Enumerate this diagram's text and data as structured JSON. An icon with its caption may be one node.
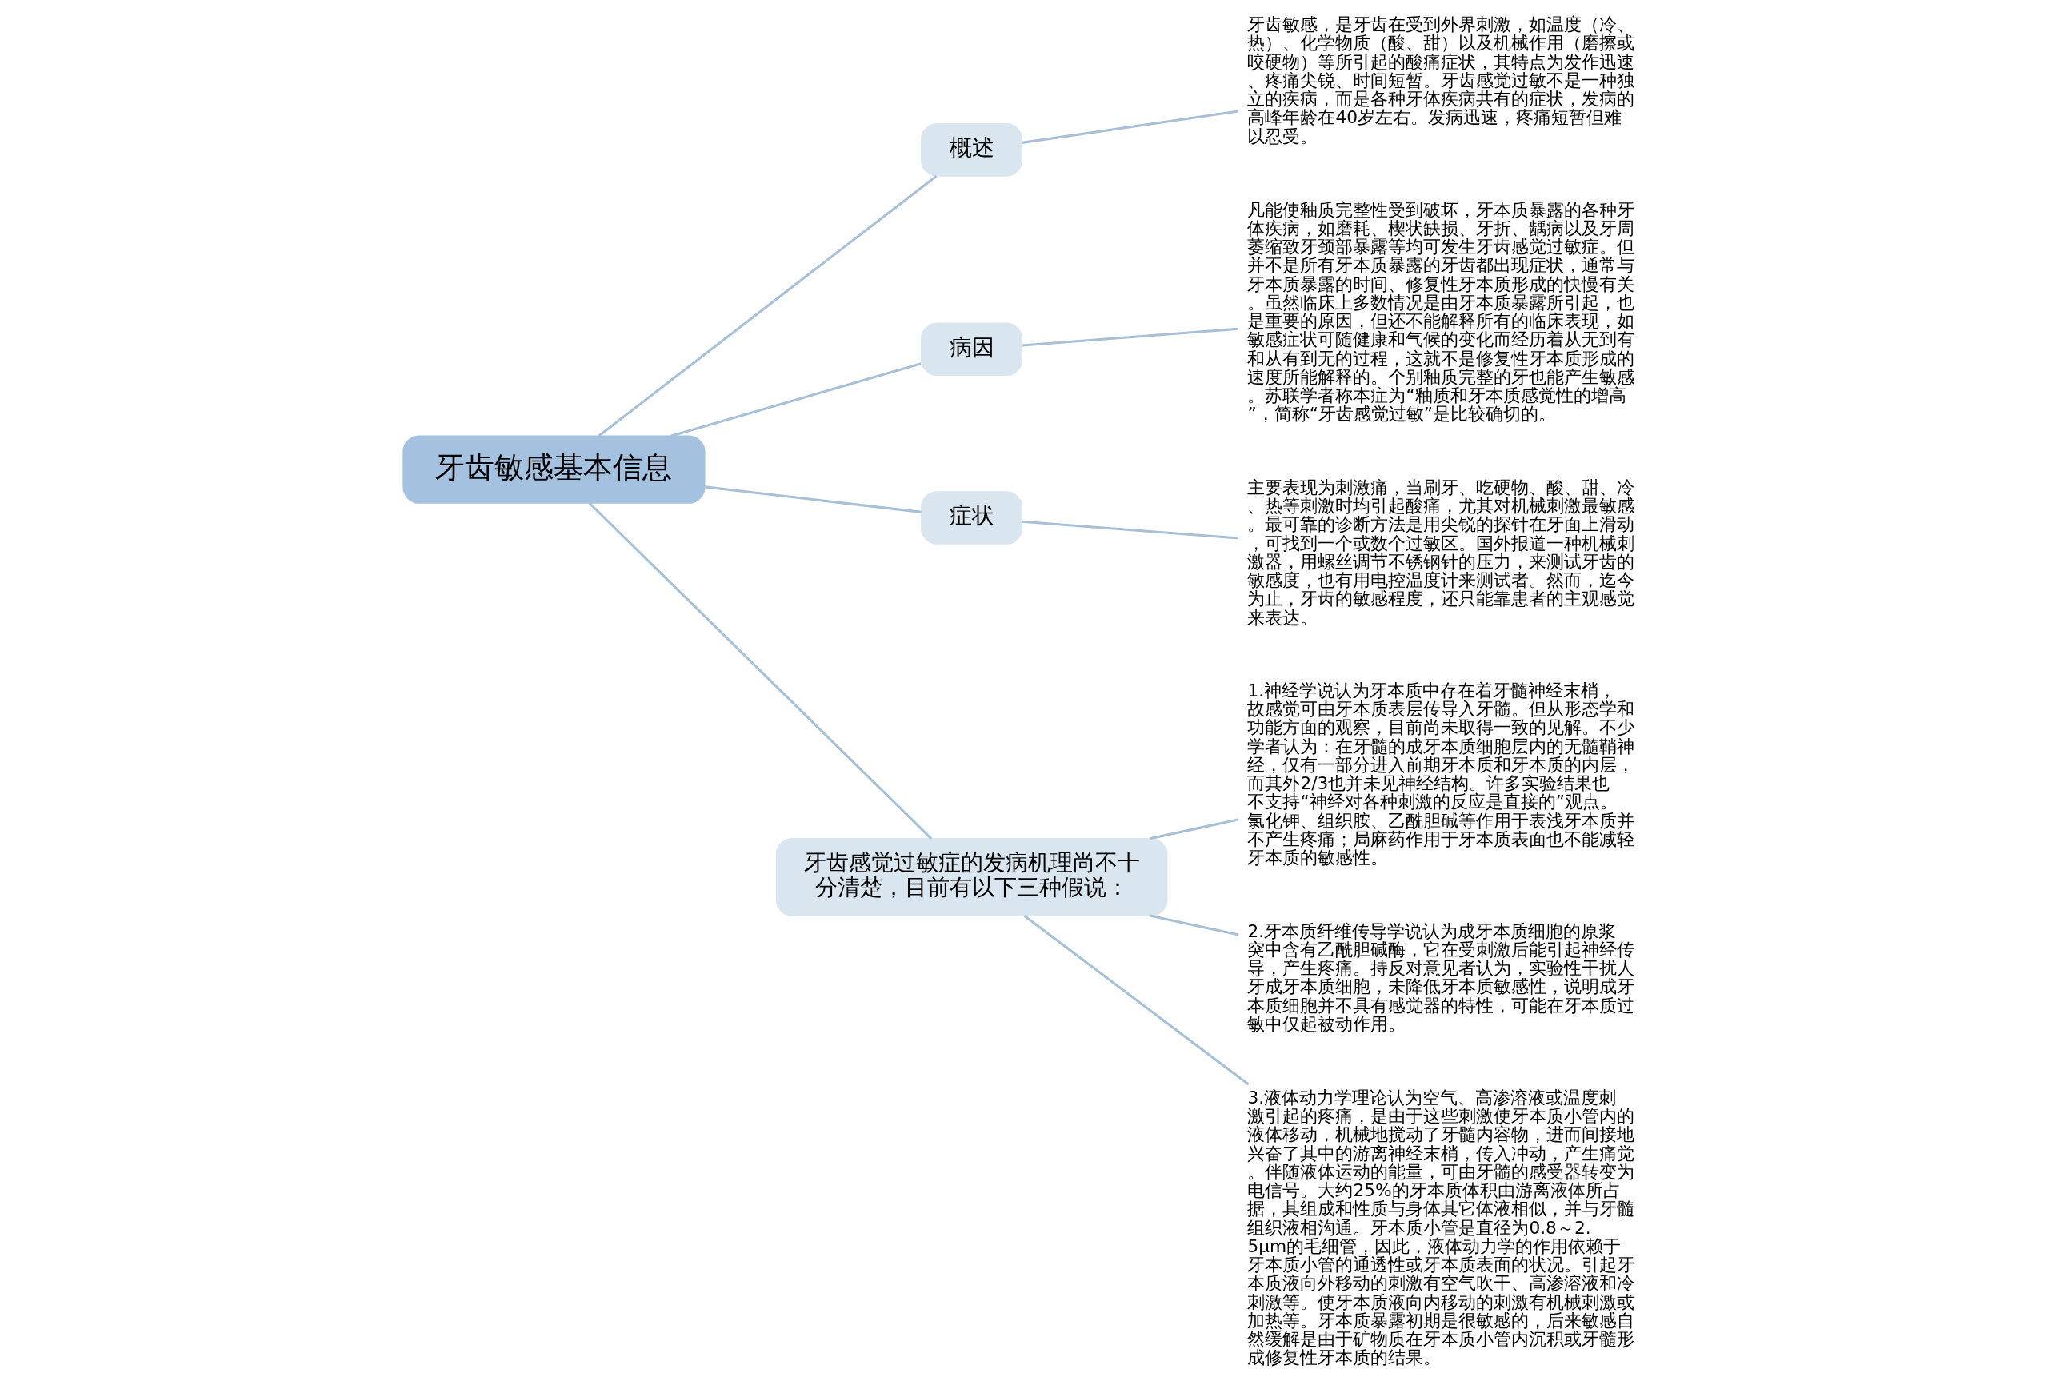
{
  "diagram": {
    "nodes": [
      {
        "text": [
          "牙齿敏感基本信息"
        ]
      },
      {
        "text": [
          "概述"
        ]
      },
      {
        "text": [
          "牙齿敏感，是牙齿在受到外界刺激，如温度（冷、热）、化学物质（酸、甜）以及机械作用（磨擦或咬硬物）等所引起的酸痛症状，其特点为发作迅速、疼痛尖锐、时间短暂。牙齿感觉过敏不是一种独立的疾病，而是各种牙体疾病共有的症状，发病的高峰年龄在40岁左右。发病迅速，疼痛短暂但难以忍受。"
        ]
      },
      {
        "text": [
          "病因"
        ]
      },
      {
        "text": [
          "凡能使釉质完整性受到破坏，牙本质暴露的各种牙体疾病，如磨耗、楔状缺损、牙折、龋病以及牙周萎缩致牙颈部暴露等均可发生牙齿感觉过敏症。但并不是所有牙本质暴露的牙齿都出现症状，通常与牙本质暴露的时间、修复性牙本质形成的快慢有关。虽然临床上多数情况是由牙本质暴露所引起，也是重要的原因，但还不能解释所有的临床表现，如敏感症状可随健康和气候的变化而经历着从无到有和从有到无的过程，这就不是修复性牙本质形成的速度所能解释的。个别釉质完整的牙也能产生敏感。苏联学者称本症为“釉质和牙本质感觉性的增高”，简称“牙齿感觉过敏”是比较确切的。"
        ]
      },
      {
        "text": [
          "症状"
        ]
      },
      {
        "text": [
          "主要表现为刺激痛，当刷牙、吃硬物、酸、甜、冷、热等刺激时均引起酸痛，尤其对机械刺激最敏感。最可靠的诊断方法是用尖锐的探针在牙面上滑动，可找到一个或数个过敏区。国外报道一种机械刺激器，用螺丝调节不锈钢针的压力，来测试牙齿的敏感度，也有用电控温度计来测试者。然而，迄今为止，牙齿的敏感程度，还只能靠患者的主观感觉来表达。"
        ]
      },
      {
        "text": [
          "牙齿感觉过敏症的发病机理尚不十分清楚，目前有以下三种假说："
        ]
      },
      {
        "text": [
          "1.神经学说认为牙本质中存在着牙髓神经末梢，故感觉可由牙本质表层传导入牙髓。但从形态学和功能方面的观察，目前尚未取得一致的见解。不少学者认为：在牙髓的成牙本质细胞层内的无髓鞘神经，仅有一部分进入前期牙本质和牙本质的内层，而其外2/3也并未见神经结构。许多实验结果也不支持“神经对各种刺激的反应是直接的”观点。氯化钾、组织胺、乙酰胆碱等作用于表浅牙本质并不产生疼痛；局麻药作用于牙本质表面也不能减轻牙本质的敏感性。"
        ]
      },
      {
        "text": [
          "2.牙本质纤维传导学说认为成牙本质细胞的原浆突中含有乙酰胆碱酶，它在受刺激后能引起神经传导，产生疼痛。持反对意见者认为，实验性干扰人牙成牙本质细胞，未降低牙本质敏感性，说明成牙本质细胞并不具有感觉器的特性，可能在牙本质过敏中仅起被动作用。"
        ]
      },
      {
        "text": [
          "3.液体动力学理论认为空气、高渗溶液或温度刺激引起的疼痛，是由于这些刺激使牙本质小管内的液体移动，机械地搅动了牙髓内容物，进而间接地兴奋了其中的游离神经末梢，传入冲动，产生痛觉。伴随液体运动的能量，可由牙髓的感受器转变为电信号。大约25%的牙本质体积由游离液体所占据，其组成和性质与身体其它体液相似，并与牙髓组织液相沟通。牙本质小管是直径为0.8～2.5μm的毛细管，因此，液体动力学的作用依赖于牙本质小管的通透性或牙本质表面的状况。引起牙本质液向外移动的刺激有空气吹干、高渗溶液和冷刺激等。使牙本质液向内移动的刺激有机械刺激或加热等。牙本质暴露初期是很敏感的，后来敏感自然缓解是由于矿物质在牙本质小管内沉积或牙髓形成修复性牙本质的结果。"
        ]
      }
    ],
    "edges": [
      {
        "from": 0,
        "to": 1,
        "arrow": "none"
      },
      {
        "from": 1,
        "to": 2,
        "arrow": "none"
      },
      {
        "from": 0,
        "to": 3,
        "arrow": "none"
      },
      {
        "from": 3,
        "to": 4,
        "arrow": "none"
      },
      {
        "from": 0,
        "to": 5,
        "arrow": "none"
      },
      {
        "from": 5,
        "to": 6,
        "arrow": "none"
      },
      {
        "from": 0,
        "to": 7,
        "arrow": "none"
      },
      {
        "from": 7,
        "to": 8,
        "arrow": "none"
      },
      {
        "from": 7,
        "to": 9,
        "arrow": "none"
      },
      {
        "from": 7,
        "to": 10,
        "arrow": "none"
      }
    ]
  }
}
